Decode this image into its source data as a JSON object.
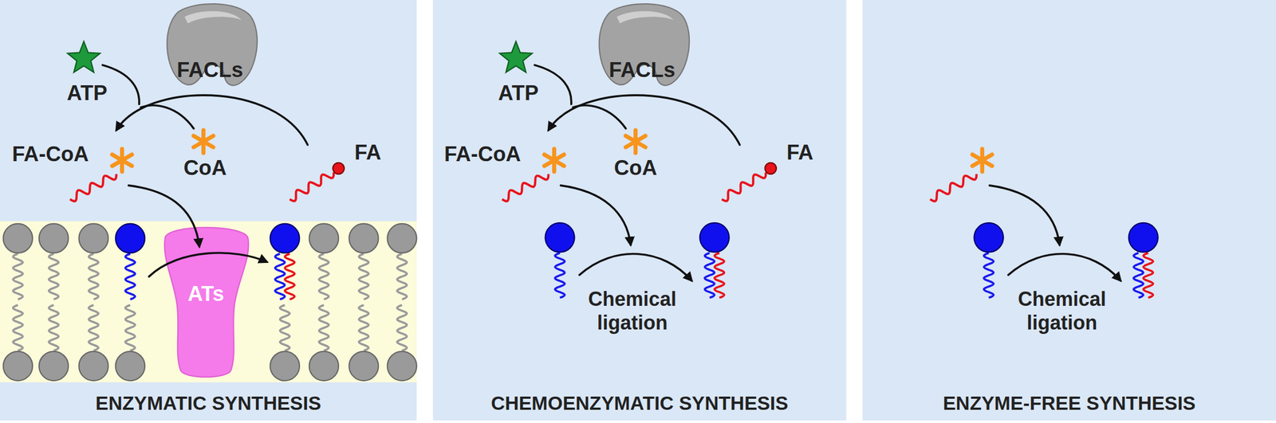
{
  "diagram": {
    "nodes": [
      {
        "text": [
          "ENZYMATIC SYNTHESIS"
        ]
      },
      {
        "text": [
          "FACLs"
        ],
        "in": 0
      },
      {
        "text": [
          "ATs"
        ],
        "in": 0
      },
      {
        "text": [
          "CHEMOENZYMATIC SYNTHESIS"
        ]
      },
      {
        "text": [
          "FACLs"
        ],
        "in": 3
      },
      {
        "text": [
          "ENZYME-FREE SYNTHESIS"
        ]
      }
    ],
    "labels": [
      "ATP",
      "FA-CoA",
      "CoA",
      "FA",
      "ATP",
      "FA-CoA",
      "CoA",
      "FA",
      "Chemical ligation",
      "Chemical ligation"
    ]
  }
}
